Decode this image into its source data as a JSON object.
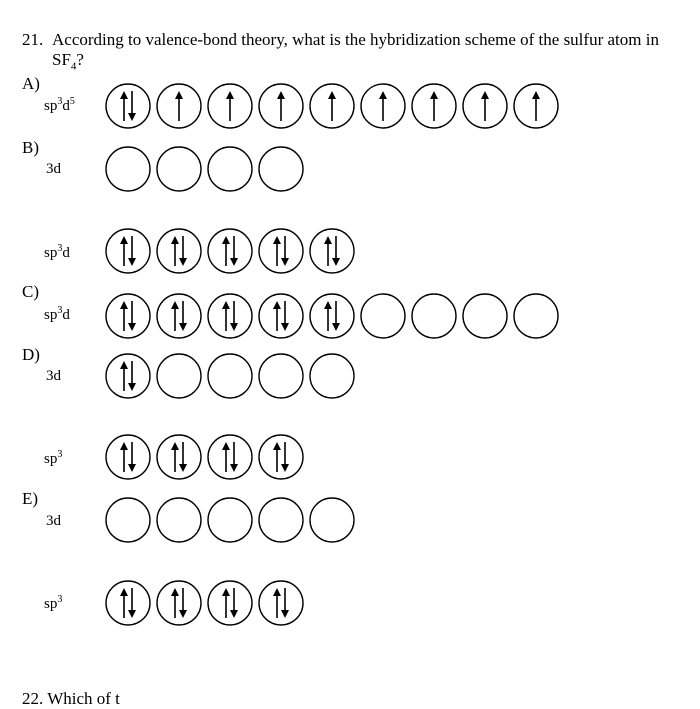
{
  "question": {
    "number": "21.",
    "line1": "According to valence-bond theory, what is the hybridization scheme of the sulfur atom in",
    "formula_main": "SF",
    "formula_sub": "4",
    "formula_tail": "?"
  },
  "options": [
    {
      "letter": "A)"
    },
    {
      "letter": "B)"
    },
    {
      "letter": "C)"
    },
    {
      "letter": "D)"
    },
    {
      "letter": "E)"
    }
  ],
  "rows": [
    {
      "base": "sp",
      "sup1": "3",
      "mid": "d",
      "sup2": "5",
      "boxes": [
        "pair",
        "up",
        "up",
        "up",
        "up",
        "up",
        "up",
        "up",
        "up"
      ]
    },
    {
      "base": "3d",
      "sup1": "",
      "mid": "",
      "sup2": "",
      "boxes": [
        "empty",
        "empty",
        "empty",
        "empty"
      ]
    },
    {
      "base": "sp",
      "sup1": "3",
      "mid": "d",
      "sup2": "",
      "boxes": [
        "pair",
        "pair",
        "pair",
        "pair",
        "pair"
      ]
    },
    {
      "base": "sp",
      "sup1": "3",
      "mid": "d",
      "sup2": "",
      "boxes": [
        "pair",
        "pair",
        "pair",
        "pair",
        "pair",
        "empty",
        "empty",
        "empty",
        "empty"
      ]
    },
    {
      "base": "3d",
      "sup1": "",
      "mid": "",
      "sup2": "",
      "boxes": [
        "pair",
        "empty",
        "empty",
        "empty",
        "empty"
      ]
    },
    {
      "base": "sp",
      "sup1": "3",
      "mid": "",
      "sup2": "",
      "boxes": [
        "pair",
        "pair",
        "pair",
        "pair"
      ]
    },
    {
      "base": "3d",
      "sup1": "",
      "mid": "",
      "sup2": "",
      "boxes": [
        "empty",
        "empty",
        "empty",
        "empty",
        "empty"
      ]
    },
    {
      "base": "sp",
      "sup1": "3",
      "mid": "",
      "sup2": "",
      "boxes": [
        "pair",
        "pair",
        "pair",
        "pair"
      ]
    }
  ],
  "next_question_partial": "22. Which of t"
}
